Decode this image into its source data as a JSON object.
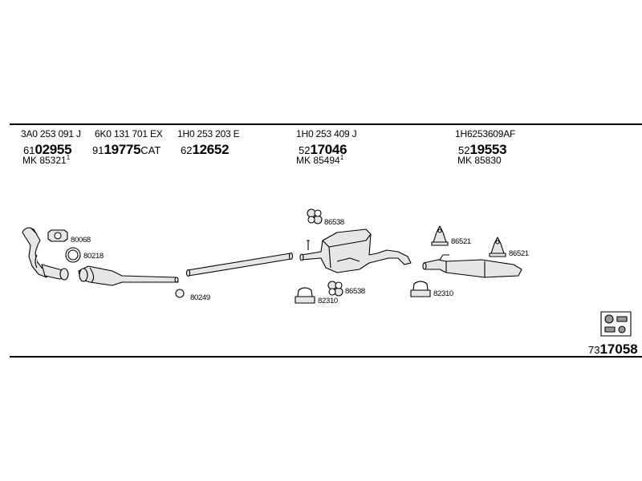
{
  "columns": [
    {
      "oe": "3A0 253 091 J",
      "pn_prefix": "61",
      "pn_main": "02955",
      "pn_suffix": "",
      "mk": "MK  85321",
      "mk_sup": "1"
    },
    {
      "oe": "6K0 131 701 EX",
      "pn_prefix": "91",
      "pn_main": "19775",
      "pn_suffix": "CAT",
      "mk": "",
      "mk_sup": ""
    },
    {
      "oe": "1H0 253 203 E",
      "pn_prefix": "62",
      "pn_main": "12652",
      "pn_suffix": "",
      "mk": "",
      "mk_sup": ""
    },
    {
      "oe": "1H0 253 409 J",
      "pn_prefix": "52",
      "pn_main": "17046",
      "pn_suffix": "",
      "mk": "MK  85494",
      "mk_sup": "1"
    },
    {
      "oe": "1H6253609AF",
      "pn_prefix": "52",
      "pn_main": "19553",
      "pn_suffix": "",
      "mk": "MK  85830",
      "mk_sup": ""
    }
  ],
  "parts": {
    "p80068": "80068",
    "p80218": "80218",
    "p80249": "80249",
    "p86538a": "86538",
    "p86538b": "86538",
    "p82310a": "82310",
    "p82310b": "82310",
    "p86521a": "86521",
    "p86521b": "86521"
  },
  "footer": {
    "prefix": "73",
    "main": "17058"
  },
  "colors": {
    "line": "#000000",
    "part_fill": "#e6e6e6",
    "part_shade": "#9a9a9a"
  }
}
